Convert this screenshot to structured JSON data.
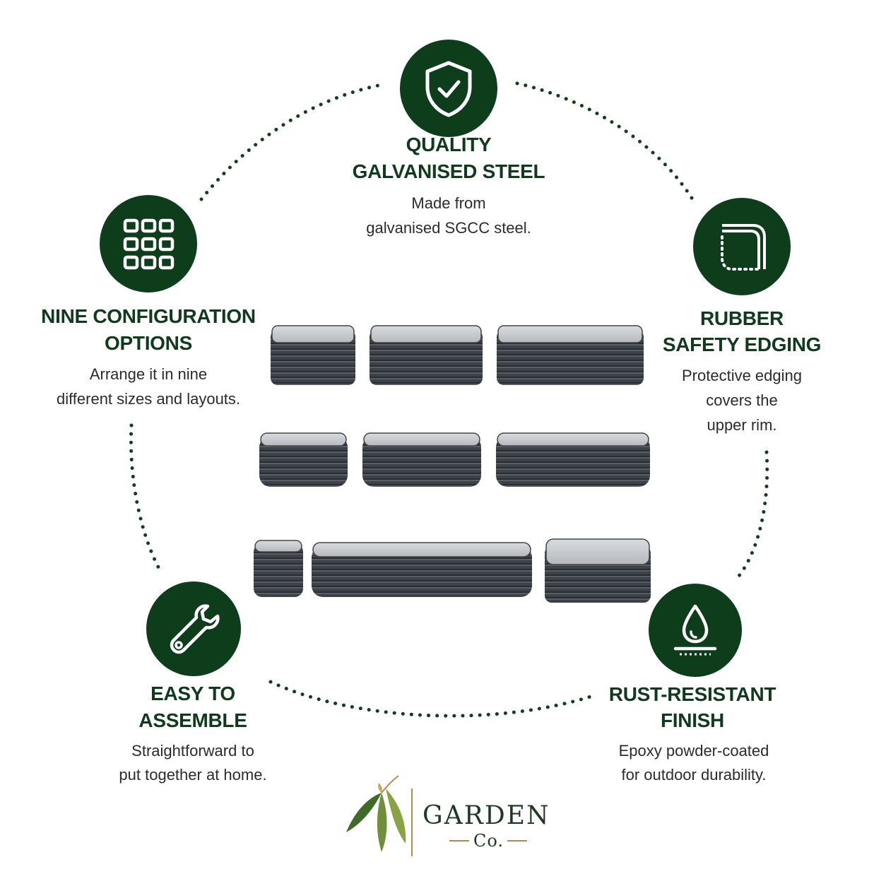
{
  "brand": {
    "name": "GARDEN",
    "sub": "Co."
  },
  "colors": {
    "primary": "#0d3d1b",
    "gold": "#b8894a",
    "steel": "#3b3f45"
  },
  "features": {
    "quality": {
      "icon": "shield-check-icon",
      "title_line1": "QUALITY",
      "title_line2": "GALVANISED STEEL",
      "desc_line1": "Made from",
      "desc_line2": "galvanised SGCC steel."
    },
    "configuration": {
      "icon": "grid-icon",
      "title_line1": "NINE CONFIGURATION",
      "title_line2": "OPTIONS",
      "desc_line1": "Arrange it in nine",
      "desc_line2": "different sizes and layouts."
    },
    "edging": {
      "icon": "rounded-edge-icon",
      "title_line1": "RUBBER",
      "title_line2": "SAFETY EDGING",
      "desc_line1": "Protective edging",
      "desc_line2": "covers the",
      "desc_line3": "upper rim."
    },
    "assemble": {
      "icon": "wrench-icon",
      "title_line1": "EASY TO",
      "title_line2": "ASSEMBLE",
      "desc_line1": "Straightforward to",
      "desc_line2": "put together at home."
    },
    "rust": {
      "icon": "water-drop-icon",
      "title_line1": "RUST-RESISTANT",
      "title_line2": "FINISH",
      "desc_line1": "Epoxy powder-coated",
      "desc_line2": "for outdoor durability."
    }
  }
}
